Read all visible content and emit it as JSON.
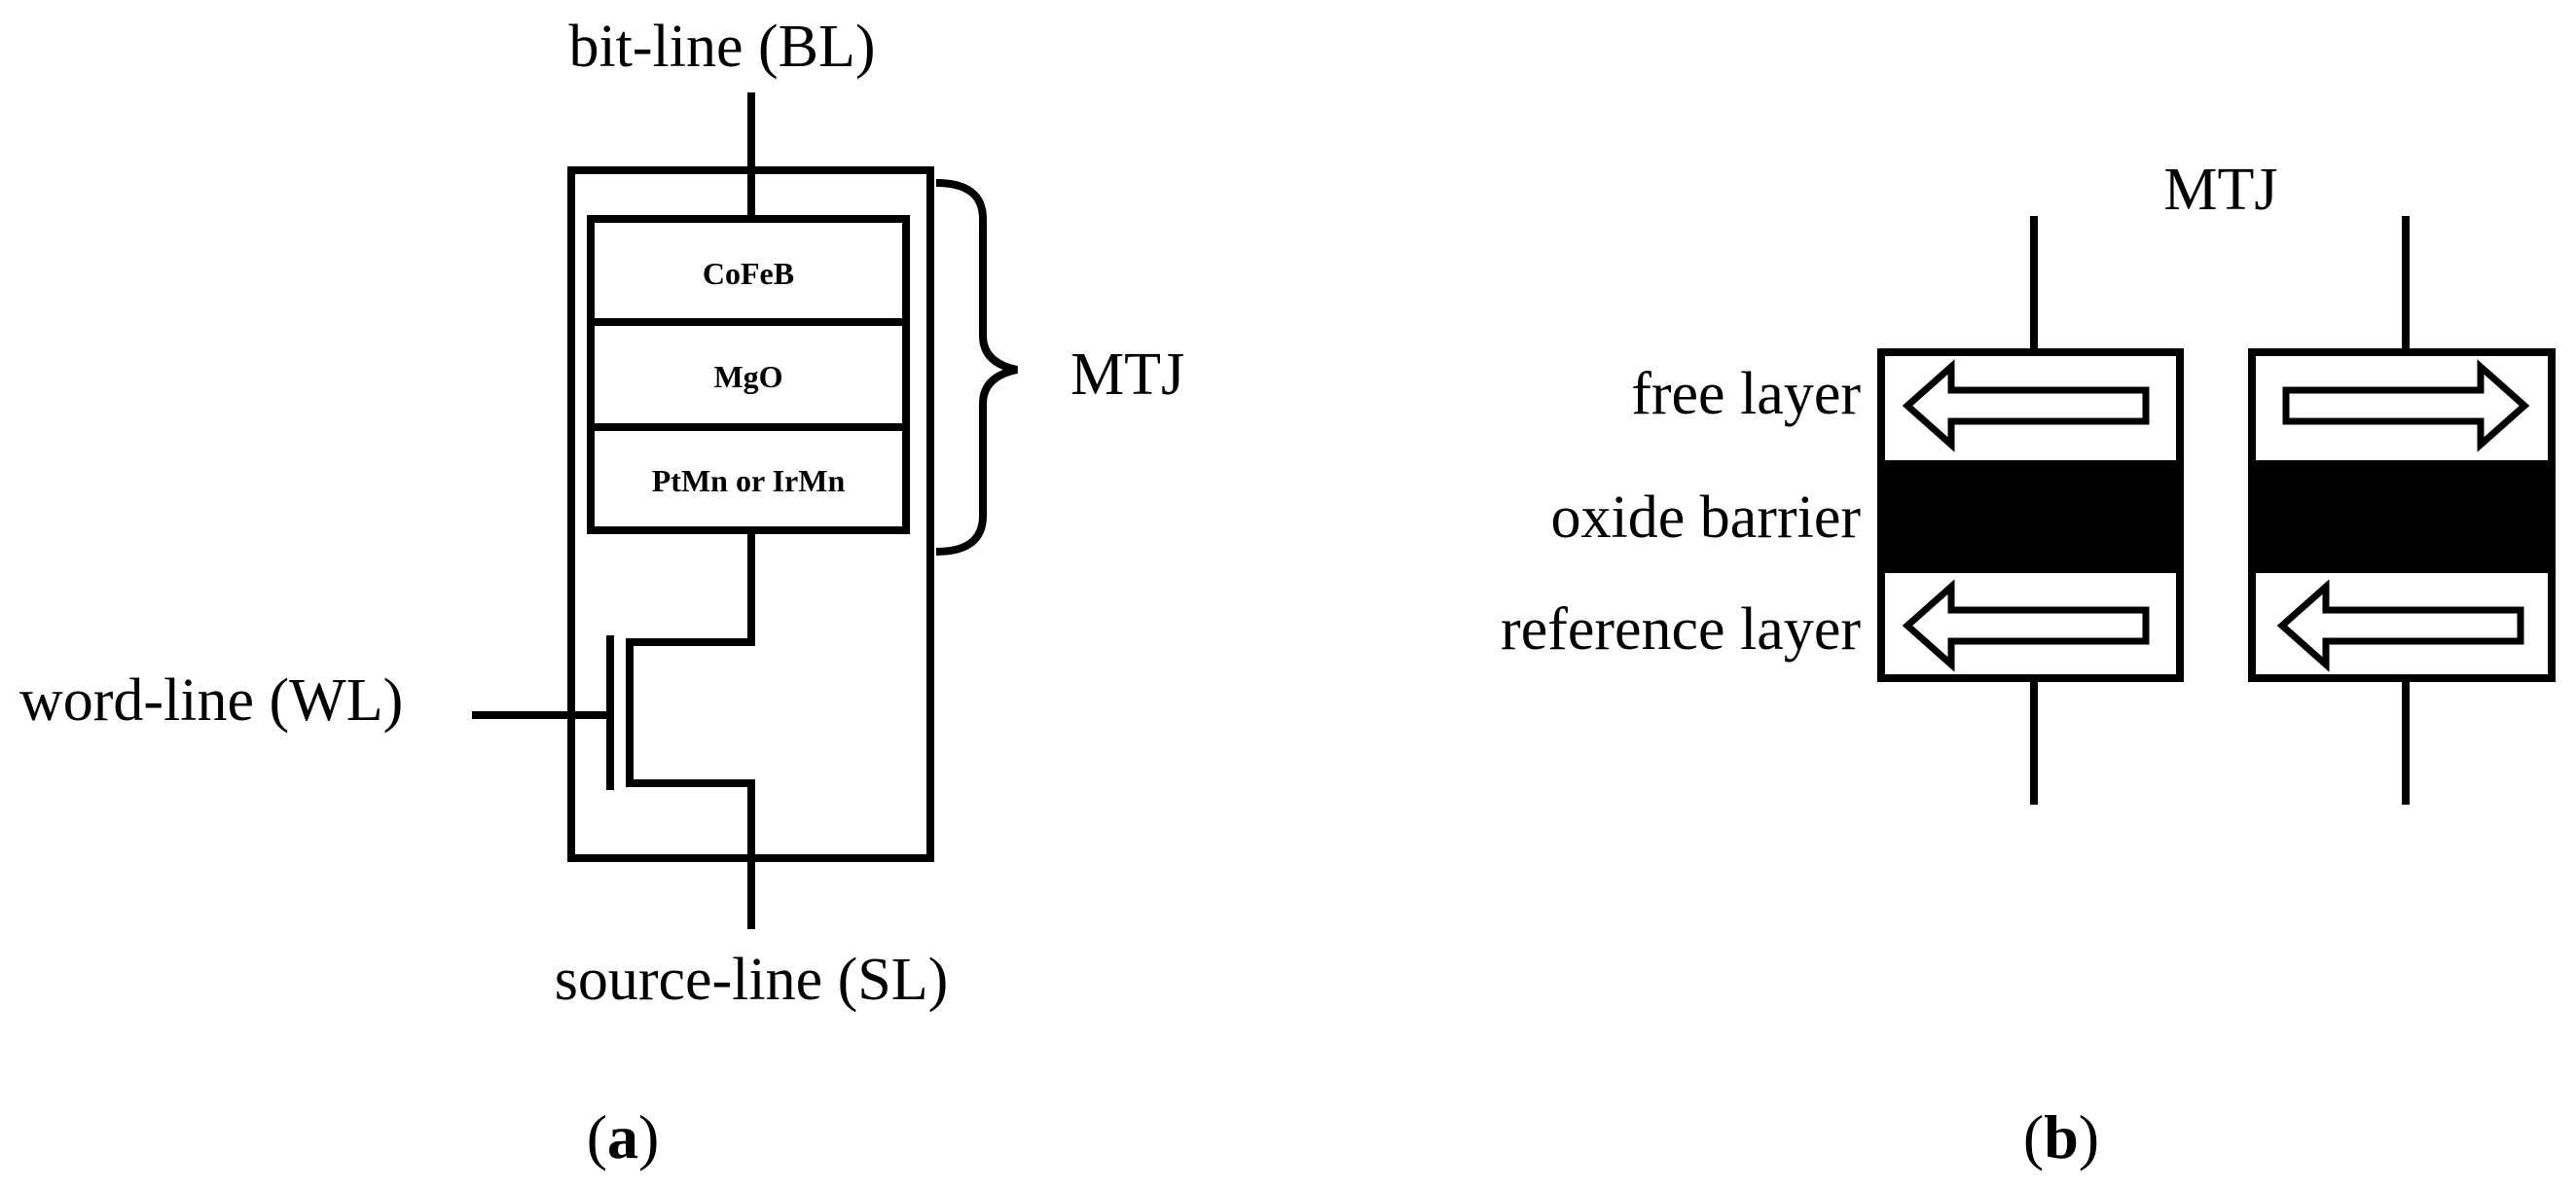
{
  "figure": {
    "panel_a": {
      "label_open": "(",
      "label_letter": "a",
      "label_close": ")",
      "bit_line": "bit-line (BL)",
      "word_line": "word-line (WL)",
      "source_line": "source-line (SL)",
      "mtj_label": "MTJ",
      "layers": [
        "CoFeB",
        "MgO",
        "PtMn or IrMn"
      ]
    },
    "panel_b": {
      "label_open": "(",
      "label_letter": "b",
      "label_close": ")",
      "mtj_label": "MTJ",
      "free_layer": "free layer",
      "oxide_barrier": "oxide barrier",
      "reference_layer": "reference layer",
      "left_cell": {
        "free_arrow": "left",
        "reference_arrow": "left"
      },
      "right_cell": {
        "free_arrow": "right",
        "reference_arrow": "left"
      }
    }
  }
}
